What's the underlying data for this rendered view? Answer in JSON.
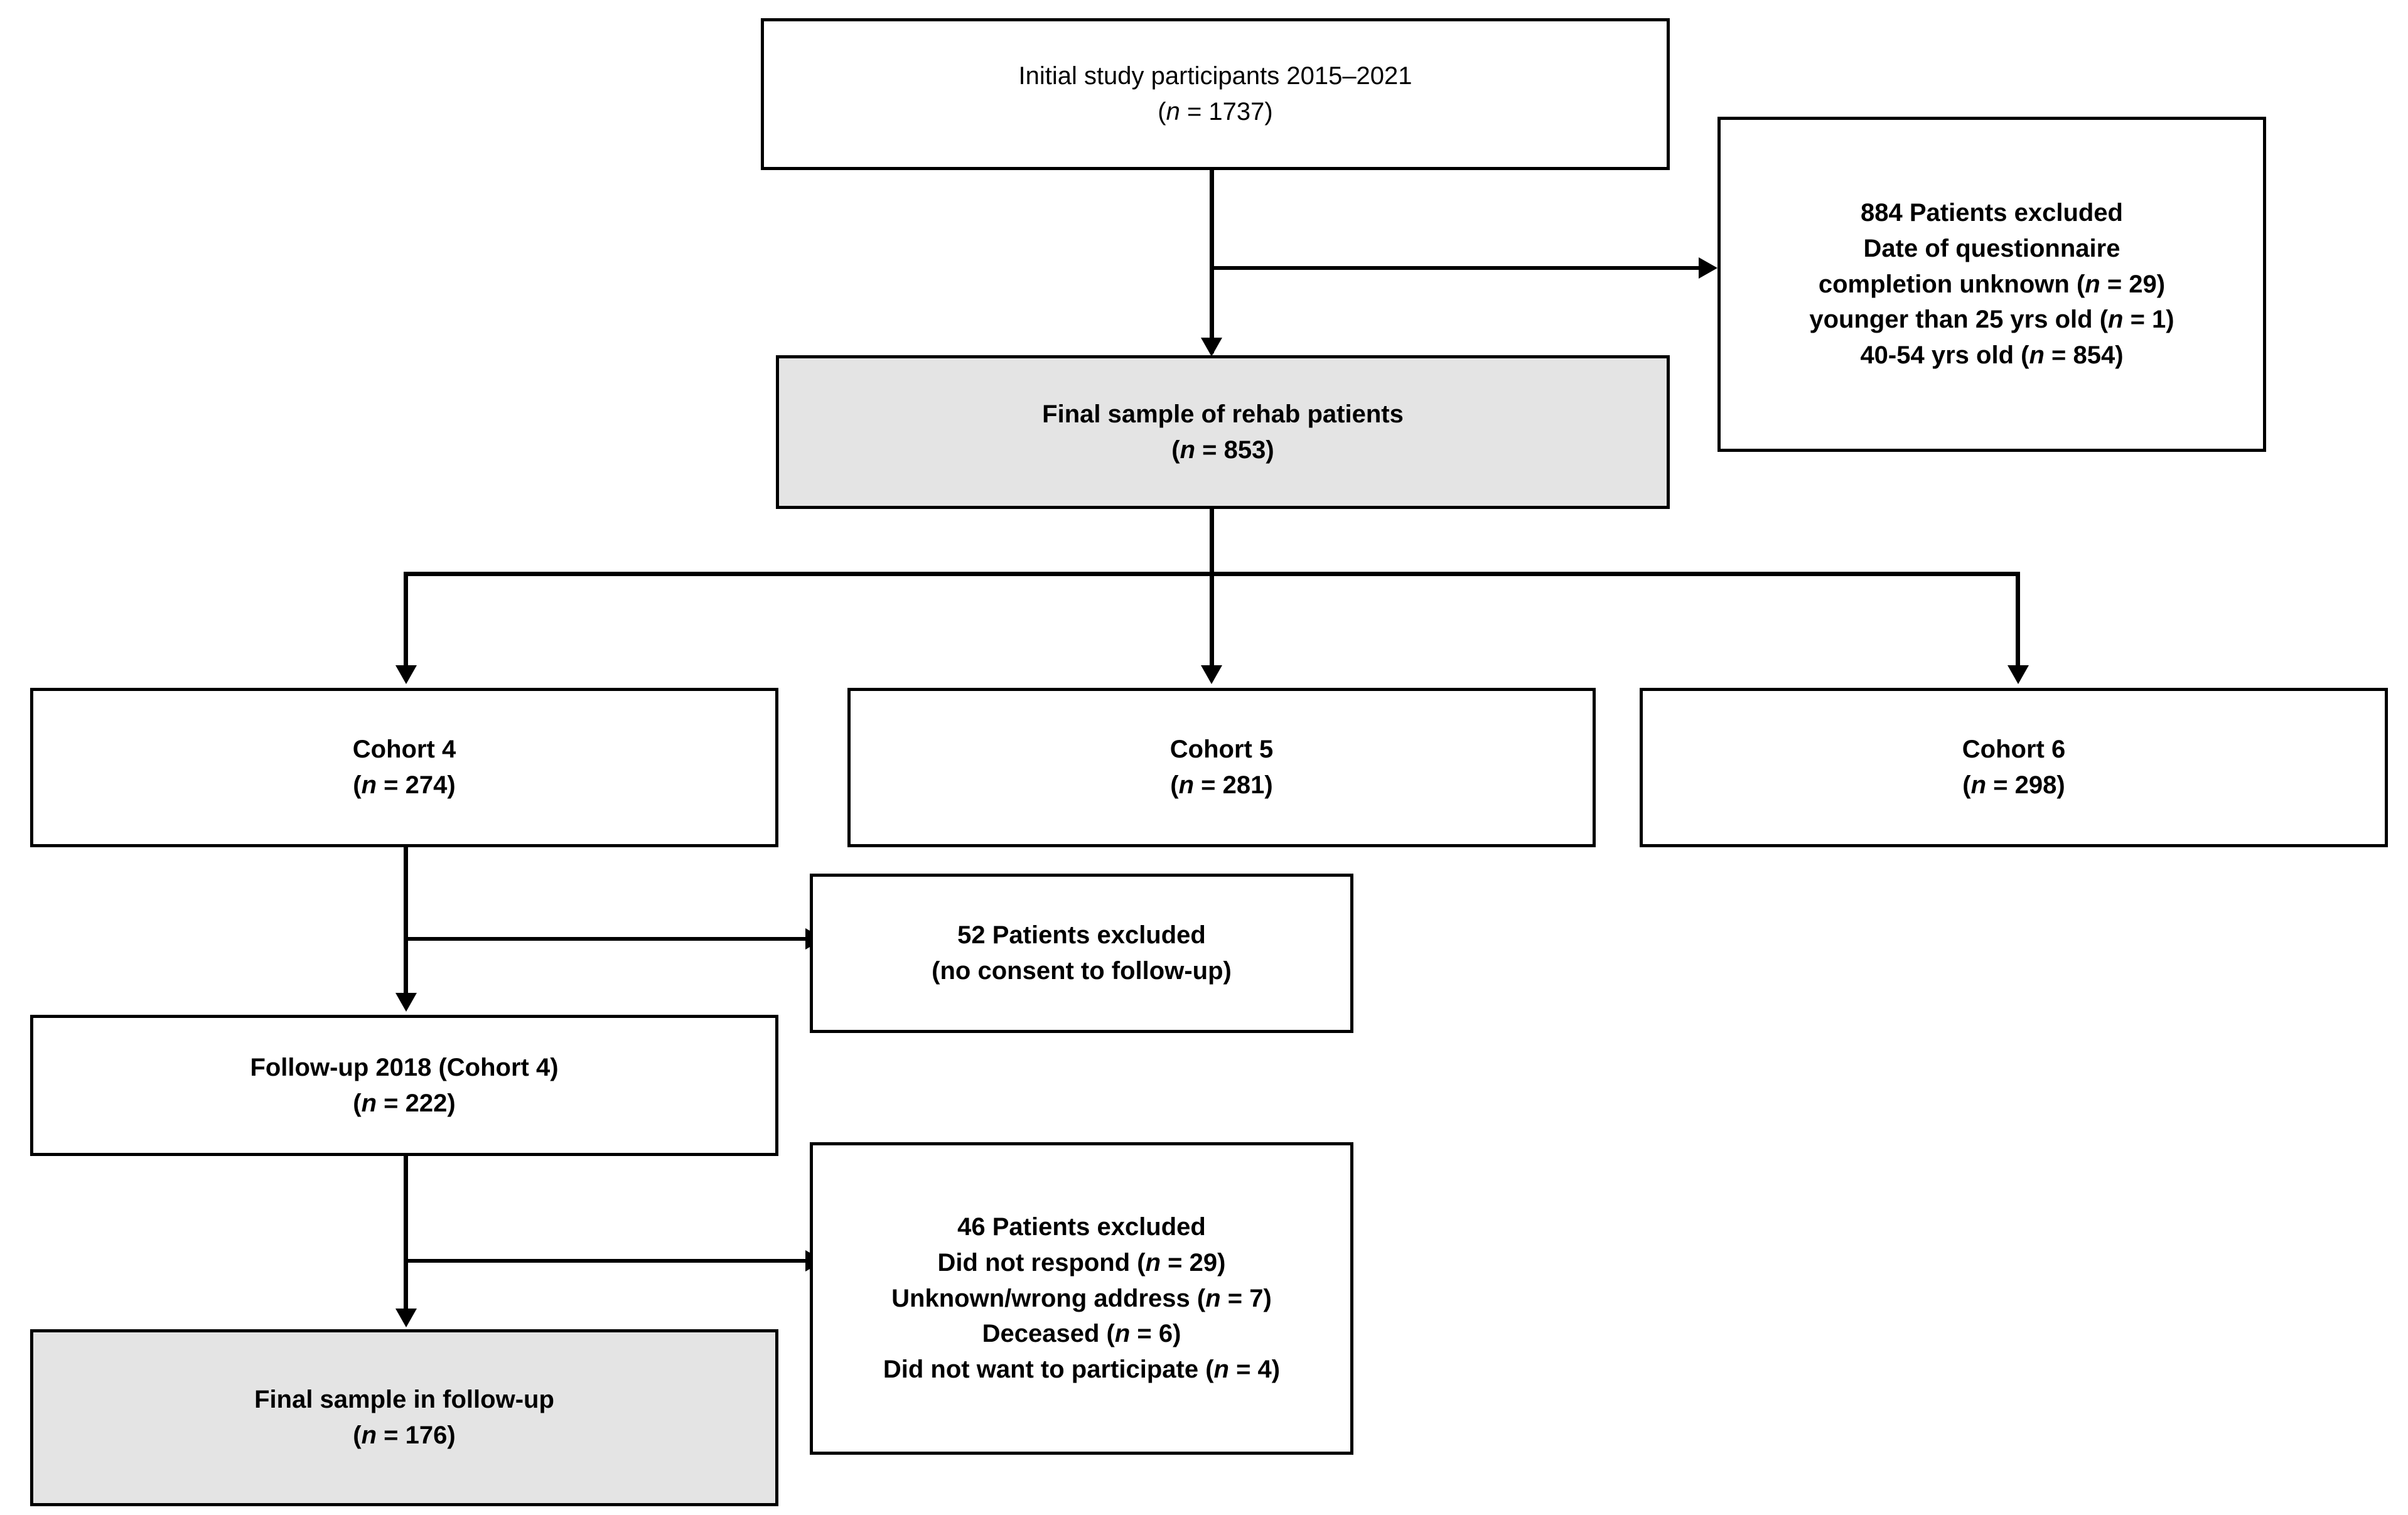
{
  "diagram": {
    "type": "flowchart",
    "title": "Study participant flow diagram",
    "colors": {
      "shaded_fill": "#e4e4e4",
      "box_fill": "#ffffff",
      "stroke": "#000000",
      "background": "#ffffff"
    },
    "nodes": {
      "initial": {
        "id": "initial-participants",
        "line1": "Initial study participants 2015–2021",
        "line2_prefix": "(",
        "line2_n": "n",
        "line2_suffix": " = 1737)",
        "count": 1737,
        "shaded": false,
        "bold": false
      },
      "excluded_first": {
        "id": "excluded-884",
        "line1": "884 Patients excluded",
        "line2": "Date of questionnaire",
        "line3_a": "completion unknown (",
        "line3_n": "n",
        "line3_b": " = 29)",
        "line4_a": "younger than 25 yrs old (",
        "line4_n": "n",
        "line4_b": " = 1)",
        "line5_a": "40-54 yrs old (",
        "line5_n": "n",
        "line5_b": " = 854)",
        "total_excluded": 884,
        "reasons": [
          {
            "label": "Date of questionnaire completion unknown",
            "n": 29
          },
          {
            "label": "younger than 25 yrs old",
            "n": 1
          },
          {
            "label": "40-54 yrs old",
            "n": 854
          }
        ],
        "shaded": false,
        "bold": true
      },
      "final_rehab": {
        "id": "final-sample-rehab",
        "line1": "Final sample of rehab patients",
        "line2_prefix": "(",
        "line2_n": "n",
        "line2_suffix": " = 853)",
        "count": 853,
        "shaded": true,
        "bold": true
      },
      "cohort4": {
        "id": "cohort-4",
        "line1": "Cohort 4",
        "line2_prefix": "(",
        "line2_n": "n",
        "line2_suffix": " = 274)",
        "count": 274,
        "shaded": false,
        "bold": true
      },
      "cohort5": {
        "id": "cohort-5",
        "line1": "Cohort 5",
        "line2_prefix": "(",
        "line2_n": "n",
        "line2_suffix": " = 281)",
        "count": 281,
        "shaded": false,
        "bold": true
      },
      "cohort6": {
        "id": "cohort-6",
        "line1": "Cohort 6",
        "line2_prefix": "(",
        "line2_n": "n",
        "line2_suffix": " = 298)",
        "count": 298,
        "shaded": false,
        "bold": true
      },
      "excluded_52": {
        "id": "excluded-52",
        "line1": "52 Patients excluded",
        "line2": "(no consent to follow-up)",
        "total_excluded": 52,
        "reasons": [
          {
            "label": "no consent to follow-up",
            "n": 52
          }
        ],
        "shaded": false,
        "bold": true
      },
      "followup2018": {
        "id": "follow-up-2018",
        "line1": "Follow-up 2018 (Cohort 4)",
        "line2_prefix": "(",
        "line2_n": "n",
        "line2_suffix": " = 222)",
        "count": 222,
        "shaded": false,
        "bold": true
      },
      "excluded_46": {
        "id": "excluded-46",
        "line1": "46 Patients excluded",
        "line2_a": "Did not respond (",
        "line2_n": "n",
        "line2_b": " = 29)",
        "line3_a": "Unknown/wrong address (",
        "line3_n": "n",
        "line3_b": " = 7)",
        "line4_a": "Deceased (",
        "line4_n": "n",
        "line4_b": " = 6)",
        "line5_a": "Did not want to participate (",
        "line5_n": "n",
        "line5_b": " = 4)",
        "total_excluded": 46,
        "reasons": [
          {
            "label": "Did not respond",
            "n": 29
          },
          {
            "label": "Unknown/wrong address",
            "n": 7
          },
          {
            "label": "Deceased",
            "n": 6
          },
          {
            "label": "Did not want to participate",
            "n": 4
          }
        ],
        "shaded": false,
        "bold": true
      },
      "final_followup": {
        "id": "final-sample-followup",
        "line1": "Final sample in follow-up",
        "line2_prefix": "(",
        "line2_n": "n",
        "line2_suffix": " = 176)",
        "count": 176,
        "shaded": true,
        "bold": true
      }
    },
    "edges": [
      {
        "from": "initial",
        "to": "final_rehab",
        "kind": "down-arrow"
      },
      {
        "from": "initial",
        "to": "excluded_first",
        "kind": "right-arrow"
      },
      {
        "from": "final_rehab",
        "to": "cohort4",
        "kind": "down-arrow"
      },
      {
        "from": "final_rehab",
        "to": "cohort5",
        "kind": "down-arrow"
      },
      {
        "from": "final_rehab",
        "to": "cohort6",
        "kind": "down-arrow"
      },
      {
        "from": "cohort4",
        "to": "excluded_52",
        "kind": "right-arrow"
      },
      {
        "from": "cohort4",
        "to": "followup2018",
        "kind": "down-arrow"
      },
      {
        "from": "followup2018",
        "to": "excluded_46",
        "kind": "right-arrow"
      },
      {
        "from": "followup2018",
        "to": "final_followup",
        "kind": "down-arrow"
      }
    ]
  }
}
